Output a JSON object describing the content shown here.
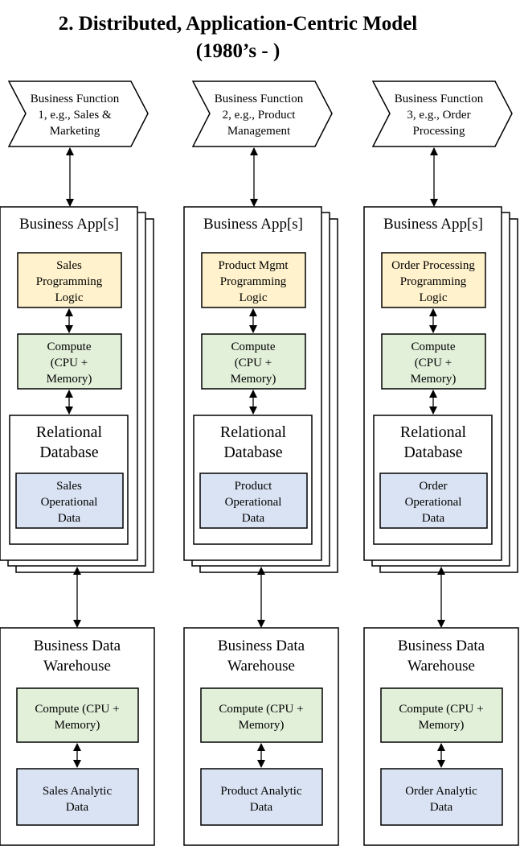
{
  "title": {
    "line1": "2. Distributed, Application-Centric Model",
    "line2": "(1980’s - )"
  },
  "colors": {
    "logic_fill": "#fff2cc",
    "compute_fill": "#e2efd9",
    "data_fill": "#dae3f3",
    "stroke": "#000000"
  },
  "columns": [
    {
      "function_lines": [
        "Business Function",
        "1, e.g., Sales &",
        "Marketing"
      ],
      "app_title": "Business App[s]",
      "logic_lines": [
        "Sales",
        "Programming",
        "Logic"
      ],
      "compute_lines": [
        "Compute",
        "(CPU +",
        "Memory)"
      ],
      "db_title_lines": [
        "Relational",
        "Database"
      ],
      "opdata_lines": [
        "Sales",
        "Operational",
        "Data"
      ],
      "dw_title_lines": [
        "Business Data",
        "Warehouse"
      ],
      "dw_compute_lines": [
        "Compute (CPU +",
        "Memory)"
      ],
      "analytic_lines": [
        "Sales Analytic",
        "Data"
      ]
    },
    {
      "function_lines": [
        "Business Function",
        "2, e.g., Product",
        "Management"
      ],
      "app_title": "Business App[s]",
      "logic_lines": [
        "Product Mgmt",
        "Programming",
        "Logic"
      ],
      "compute_lines": [
        "Compute",
        "(CPU +",
        "Memory)"
      ],
      "db_title_lines": [
        "Relational",
        "Database"
      ],
      "opdata_lines": [
        "Product",
        "Operational",
        "Data"
      ],
      "dw_title_lines": [
        "Business Data",
        "Warehouse"
      ],
      "dw_compute_lines": [
        "Compute (CPU +",
        "Memory)"
      ],
      "analytic_lines": [
        "Product Analytic",
        "Data"
      ]
    },
    {
      "function_lines": [
        "Business Function",
        "3, e.g., Order",
        "Processing"
      ],
      "app_title": "Business App[s]",
      "logic_lines": [
        "Order Processing",
        "Programming",
        "Logic"
      ],
      "compute_lines": [
        "Compute",
        "(CPU +",
        "Memory)"
      ],
      "db_title_lines": [
        "Relational",
        "Database"
      ],
      "opdata_lines": [
        "Order",
        "Operational",
        "Data"
      ],
      "dw_title_lines": [
        "Business Data",
        "Warehouse"
      ],
      "dw_compute_lines": [
        "Compute (CPU +",
        "Memory)"
      ],
      "analytic_lines": [
        "Order Analytic",
        "Data"
      ]
    }
  ]
}
